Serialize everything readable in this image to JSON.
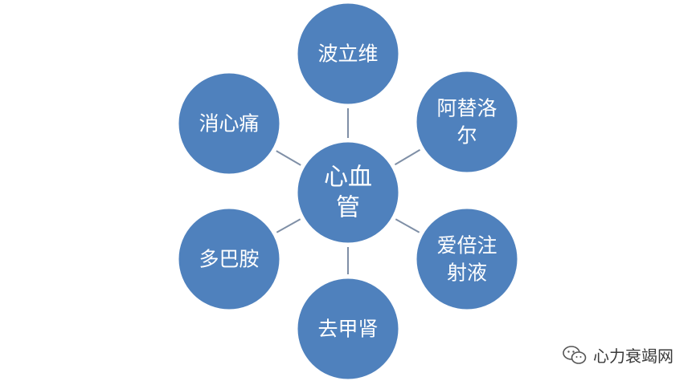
{
  "diagram": {
    "center": {
      "lines": [
        "心血",
        "管"
      ]
    },
    "nodes": [
      {
        "id": "top",
        "lines": [
          "波立维"
        ]
      },
      {
        "id": "upper-right",
        "lines": [
          "阿替洛",
          "尔"
        ]
      },
      {
        "id": "lower-right",
        "lines": [
          "爱倍注",
          "射液"
        ]
      },
      {
        "id": "bottom",
        "lines": [
          "去甲肾"
        ]
      },
      {
        "id": "lower-left",
        "lines": [
          "多巴胺"
        ]
      },
      {
        "id": "upper-left",
        "lines": [
          "消心痛"
        ]
      }
    ],
    "colors": {
      "node_fill": "#4f81bd",
      "node_stroke": "#ffffff",
      "connector": "#7f8fa6",
      "text": "#ffffff"
    }
  },
  "watermark": {
    "icon": "wechat-icon",
    "text": "心力衰竭网"
  }
}
